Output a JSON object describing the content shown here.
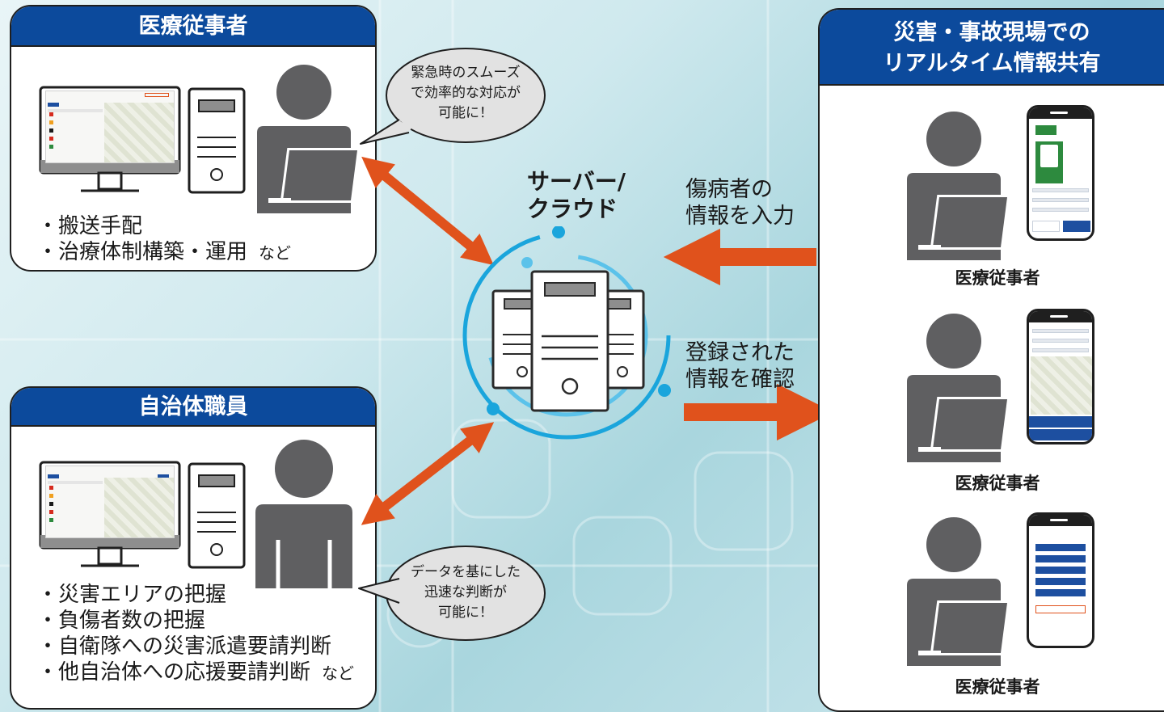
{
  "medical_panel": {
    "title": "医療従事者",
    "duties": [
      "搬送手配",
      "治療体制構築・運用"
    ],
    "duties_suffix": "など",
    "bubble": [
      "緊急時のスムーズ",
      "で効率的な対応が",
      "可能に！"
    ]
  },
  "municipal_panel": {
    "title": "自治体職員",
    "duties": [
      "災害エリアの把握",
      "負傷者数の把握",
      "自衛隊への災害派遣要請判断",
      "他自治体への応援要請判断"
    ],
    "duties_suffix": "など",
    "bubble": [
      "データを基にした",
      "迅速な判断が",
      "可能に！"
    ]
  },
  "server": {
    "label_line1": "サーバー/",
    "label_line2": "クラウド"
  },
  "flows": {
    "input_line1": "傷病者の",
    "input_line2": "情報を入力",
    "confirm_line1": "登録された",
    "confirm_line2": "情報を確認"
  },
  "field_panel": {
    "title_line1": "災害・事故現場での",
    "title_line2": "リアルタイム情報共有",
    "workers": [
      "医療従事者",
      "医療従事者",
      "医療従事者"
    ]
  },
  "colors": {
    "header_blue": "#0c4a9c",
    "arrow_orange": "#e0521c",
    "person_gray": "#5f5f61",
    "ring_blue": "#1aa5dc"
  }
}
